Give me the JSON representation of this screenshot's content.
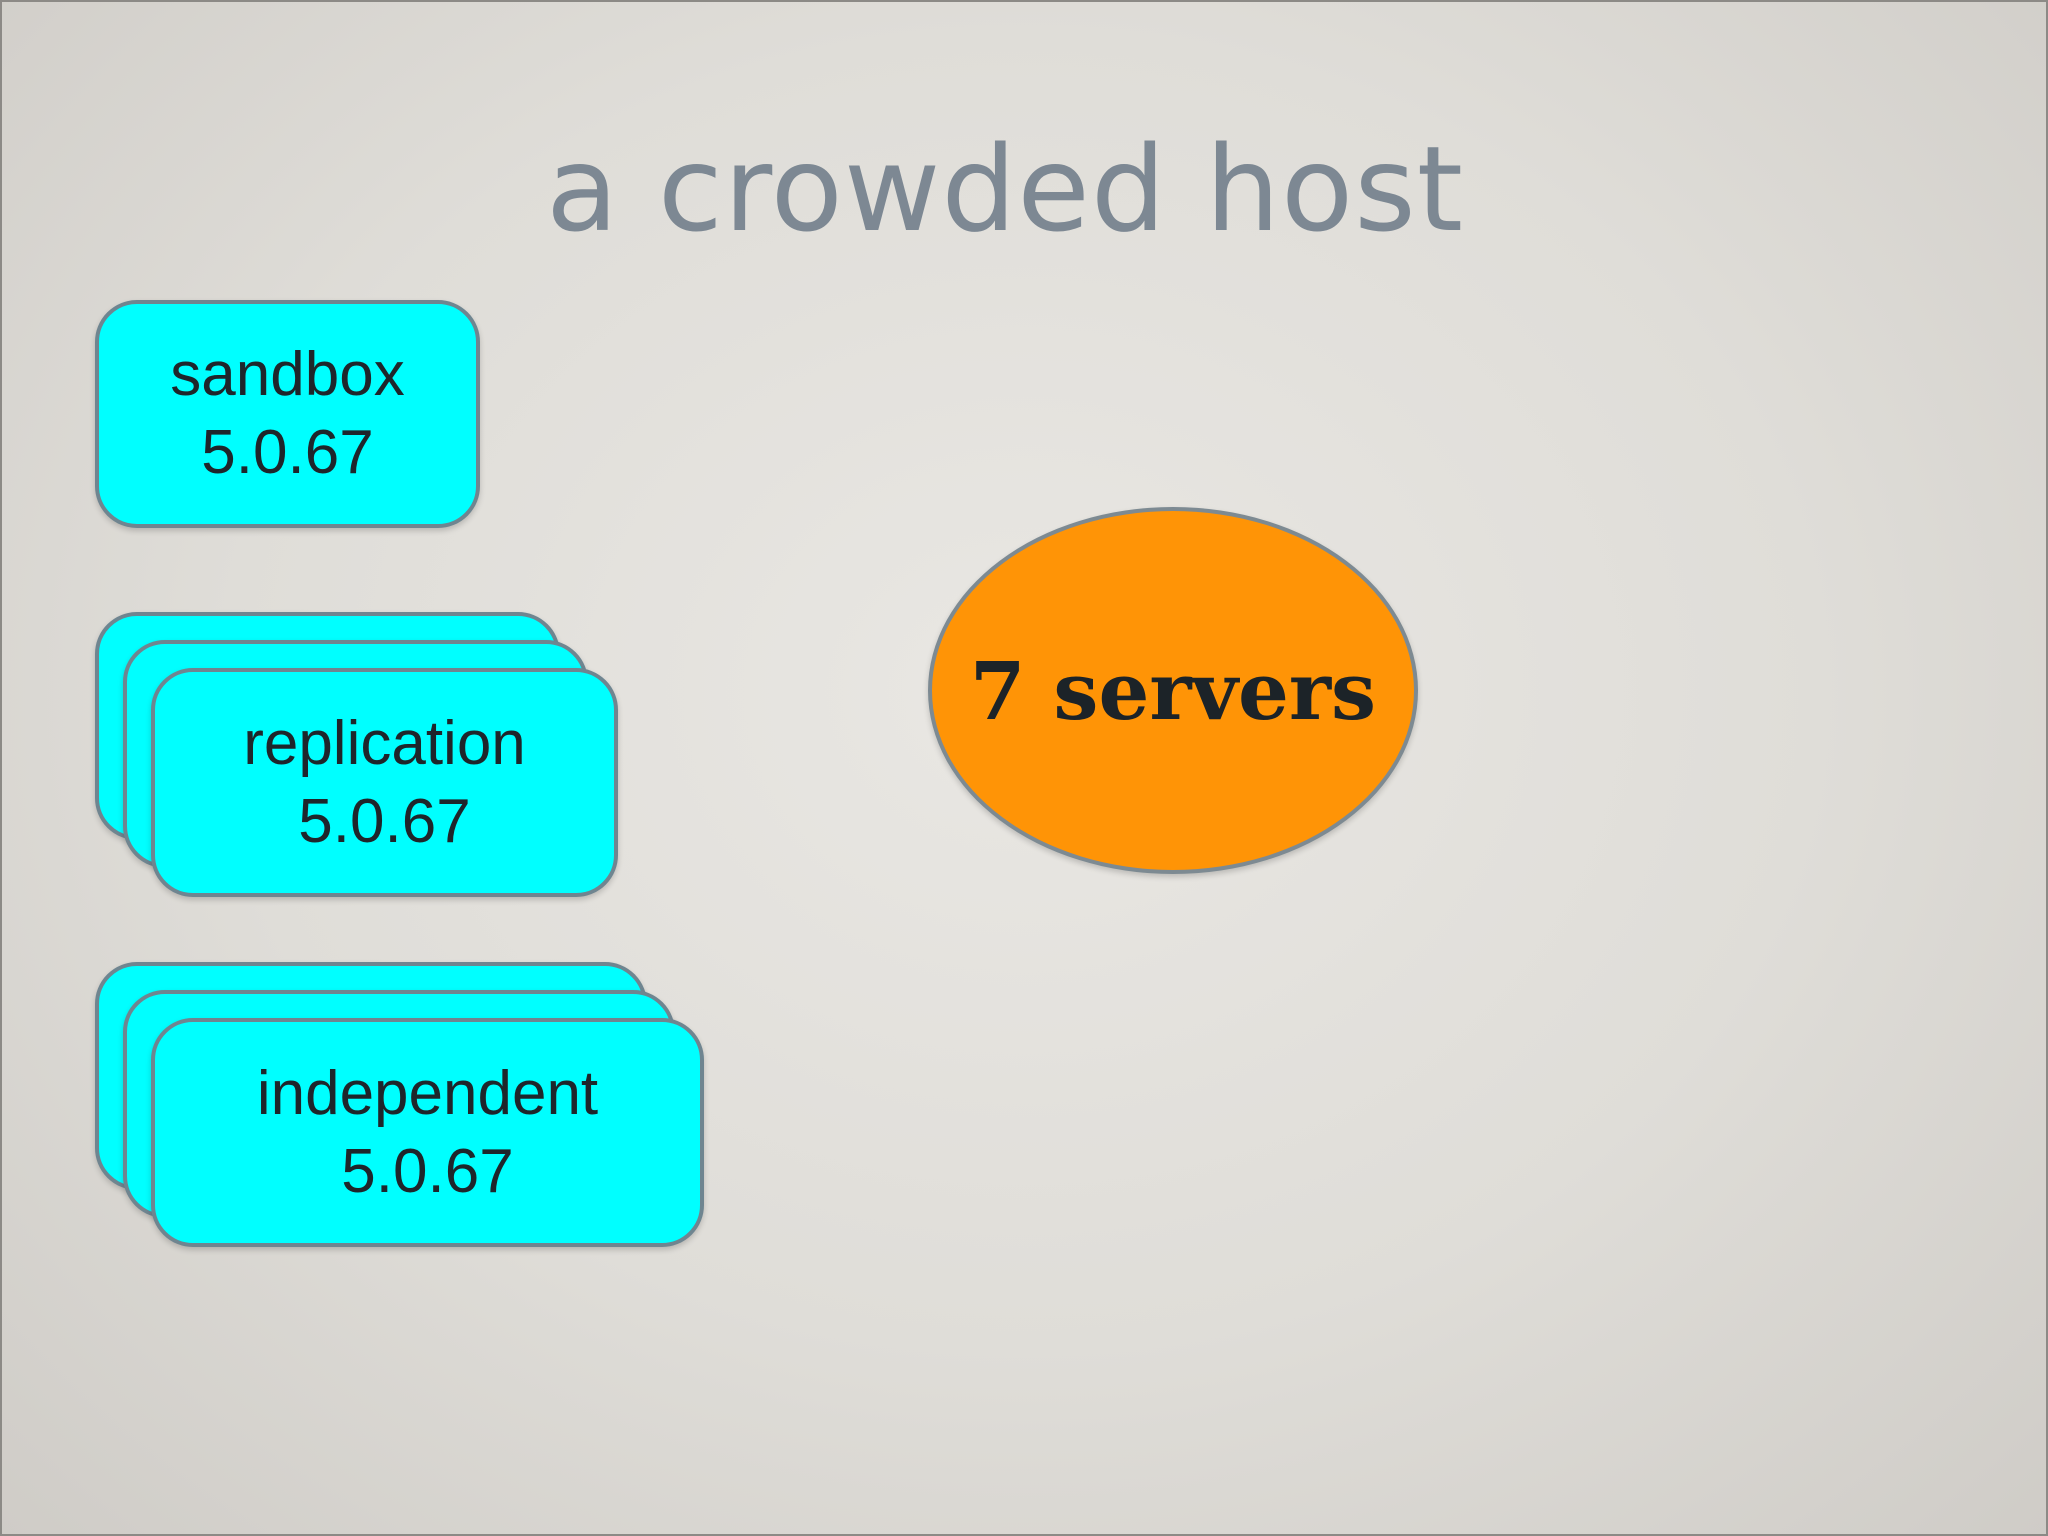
{
  "slide": {
    "title": "a crowded host",
    "groups": [
      {
        "name": "sandbox",
        "version": "5.0.67",
        "stack_count": 1
      },
      {
        "name": "replication",
        "version": "5.0.67",
        "stack_count": 3
      },
      {
        "name": "independent",
        "version": "5.0.67",
        "stack_count": 3
      }
    ],
    "summary": "7 servers"
  },
  "colors": {
    "box_fill": "#00ffff",
    "box_border": "#6f8590",
    "ellipse_fill": "#ff9406",
    "title_color": "#7d8893"
  }
}
